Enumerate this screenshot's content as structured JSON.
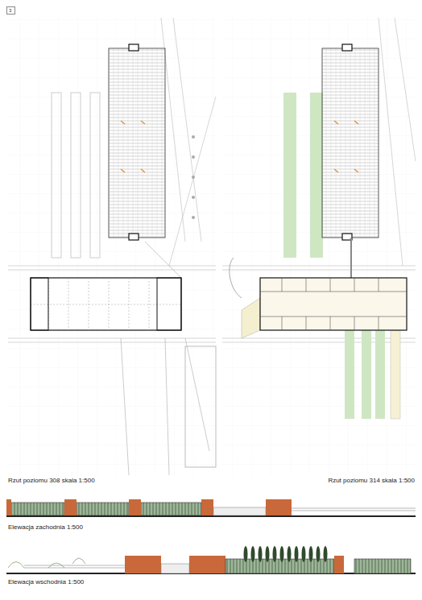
{
  "diagram": {
    "nodes": [
      {
        "text": [
          "3"
        ]
      }
    ],
    "labels": [
      "Rzut poziomu 308 skala 1:500",
      "Rzut poziomu 314 skala 1:500",
      "Elewacja zachodnia 1:500",
      "Elewacja wschodnia 1:500"
    ]
  }
}
